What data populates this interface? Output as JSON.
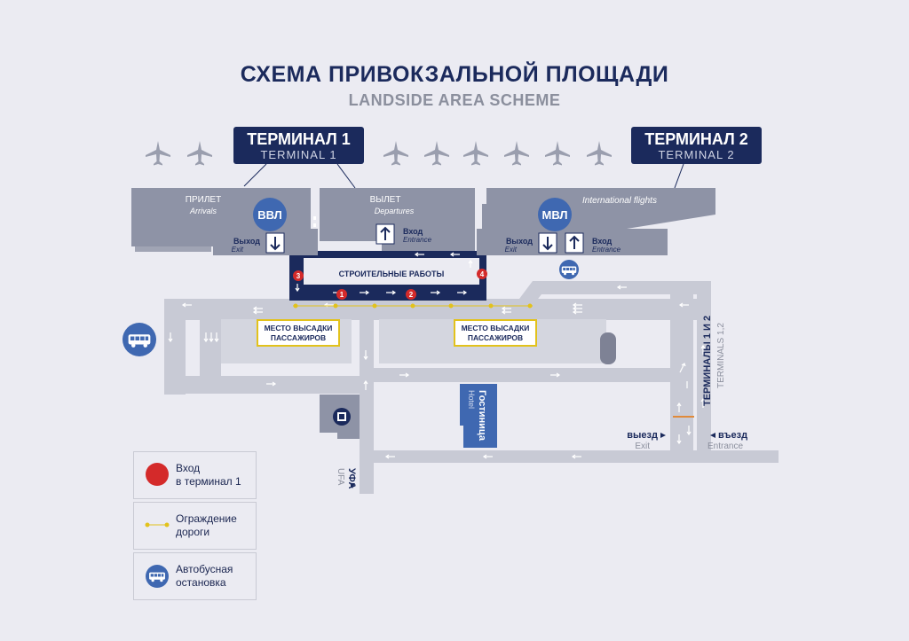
{
  "title": {
    "ru": "СХЕМА ПРИВОКЗАЛЬНОЙ ПЛОЩАДИ",
    "en": "LANDSIDE AREA SCHEME"
  },
  "terminal1": {
    "ru": "ТЕРМИНАЛ 1",
    "en": "TERMINAL 1"
  },
  "terminal2": {
    "ru": "ТЕРМИНАЛ 2",
    "en": "TERMINAL 2"
  },
  "t1": {
    "arrivals_ru": "ПРИЛЕТ",
    "arrivals_en": "Arrivals",
    "departures_ru": "ВЫЛЕТ",
    "departures_en": "Departures",
    "domestic_badge": "ВВЛ",
    "exit_ru": "Выход",
    "exit_en": "Exit",
    "entrance_ru": "Вход",
    "entrance_en": "Entrance"
  },
  "t2": {
    "intl_en": "International flights",
    "intl_badge": "МВЛ",
    "exit_ru": "Выход",
    "exit_en": "Exit",
    "entrance_ru": "Вход",
    "entrance_en": "Entrance"
  },
  "construction": "СТРОИТЕЛЬНЫЕ РАБОТЫ",
  "entry_markers": [
    "1",
    "2",
    "3",
    "4"
  ],
  "dropoff": [
    "МЕСТО ВЫСАДКИ",
    "ПАССАЖИРОВ"
  ],
  "hotel": {
    "ru": "Гостиница",
    "en": "Hotel"
  },
  "road_labels": {
    "terminals_ru": "ТЕРМИНАЛЫ 1 И 2",
    "terminals_en": "TERMINALS 1,2",
    "ufa_ru": "УФА",
    "ufa_en": "UFA",
    "exit_ru": "выезд",
    "exit_en": "Exit",
    "entrance_ru": "въезд",
    "entrance_en": "Entrance"
  },
  "legend": [
    {
      "icon": "red-circle",
      "line1": "Вход",
      "line2": "в терминал 1"
    },
    {
      "icon": "fence-dots",
      "line1": "Ограждение",
      "line2": "дороги"
    },
    {
      "icon": "bus-icon",
      "line1": "Автобусная",
      "line2": "остановка"
    }
  ],
  "colors": {
    "navy": "#1b2a5c",
    "background": "#ebebf2",
    "building": "#8e93a6",
    "road": "#c8cad5",
    "bus_stop": "#3f68b1",
    "entry_marker": "#d42a2a",
    "fence_dot": "#e2c21c",
    "dropoff_border": "#e2c21c"
  }
}
